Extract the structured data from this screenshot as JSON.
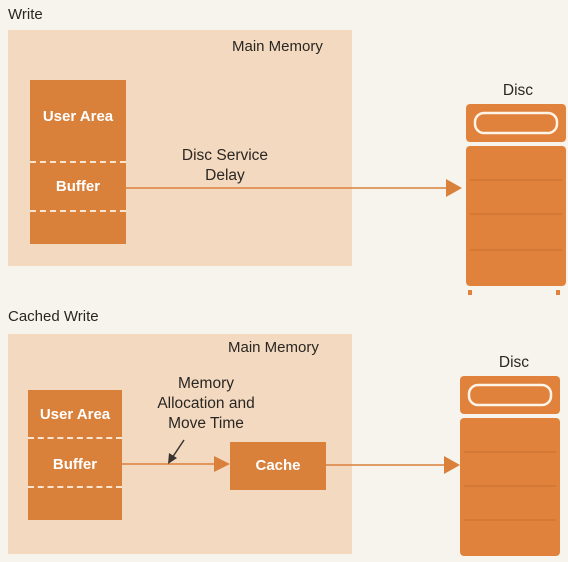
{
  "write": {
    "title": "Write",
    "panel_label": "Main Memory",
    "user_area": "User Area",
    "buffer": "Buffer",
    "arrow_label_1": "Disc Service",
    "arrow_label_2": "Delay",
    "disc_label": "Disc"
  },
  "cached": {
    "title": "Cached Write",
    "panel_label": "Main Memory",
    "user_area": "User Area",
    "buffer": "Buffer",
    "arrow_label_1": "Memory",
    "arrow_label_2": "Allocation and",
    "arrow_label_3": "Move Time",
    "cache": "Cache",
    "disc_label": "Disc"
  },
  "colors": {
    "panel": "#f3d9c0",
    "block": "#d9803b",
    "arrow": "#d9803b",
    "disc_body": "#e0823c"
  }
}
